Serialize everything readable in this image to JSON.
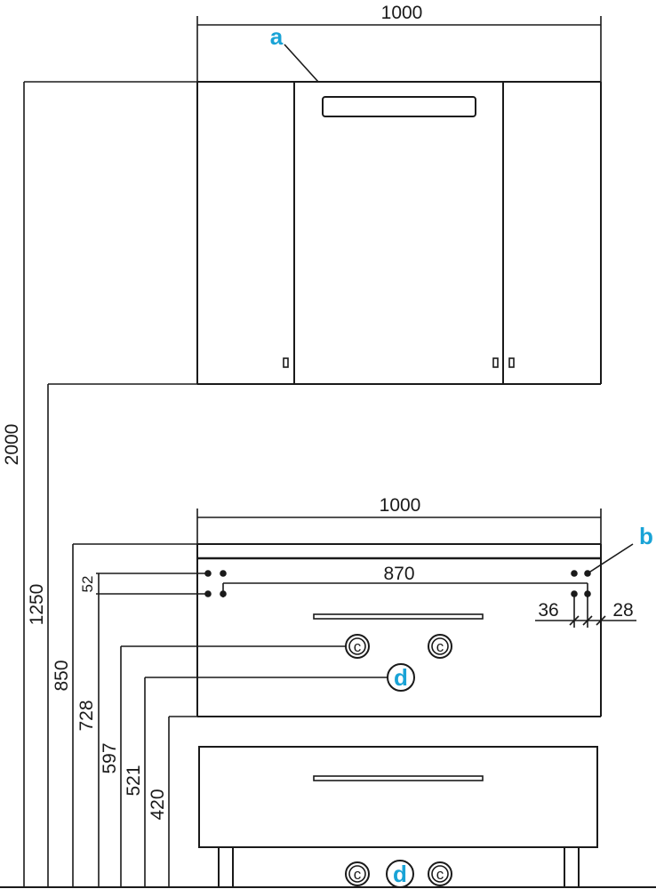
{
  "colors": {
    "line": "#1a1a1a",
    "callout": "#19a3d6",
    "background": "#ffffff"
  },
  "dimensions": {
    "mirror_cabinet_width": "1000",
    "vanity_width": "1000",
    "overall_height": "2000",
    "cabinet_bottom_height": "1250",
    "vanity_top_height": "850",
    "fixing_top_height": "728",
    "outlet_c_height": "597",
    "outlet_d_height": "521",
    "vanity_lower_height": "420",
    "fixing_spacing_vertical": "52",
    "fixing_spacing_horizontal": "870",
    "fixing_offset_left": "36",
    "fixing_offset_right": "28"
  },
  "callouts": {
    "a": "a",
    "b": "b",
    "c": "c",
    "d": "d"
  }
}
